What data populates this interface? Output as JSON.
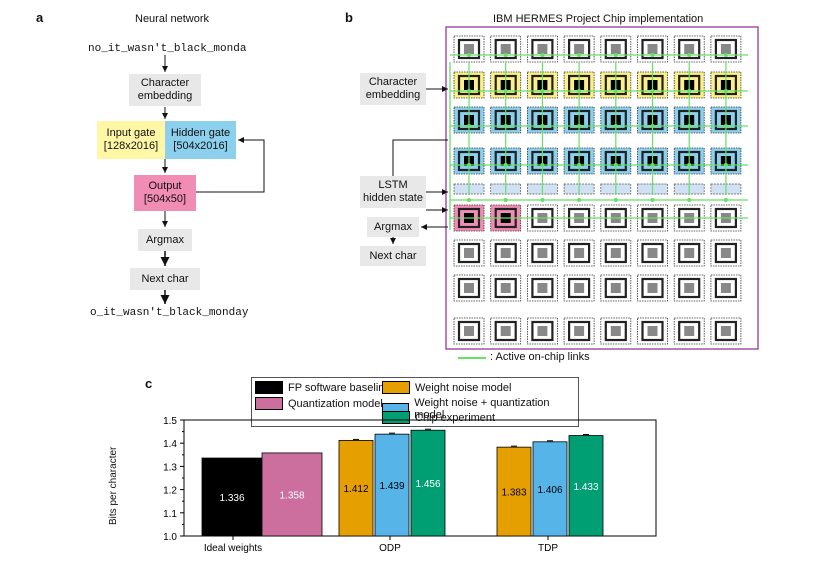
{
  "panel_a": {
    "letter": "a",
    "title": "Neural network",
    "input_text": "no_it_wasn't_black_monda",
    "char_embedding": "Character\nembedding",
    "input_gate": "Input gate\n[128x2016]",
    "hidden_gate": "Hidden gate\n[504x2016]",
    "output": "Output\n[504x50]",
    "argmax": "Argmax",
    "next_char": "Next char",
    "output_text": "o_it_wasn't_black_monday",
    "colors": {
      "gray": "#e8e8e8",
      "yellow": "#fff7a6",
      "blue": "#8cd0ee",
      "pink": "#f18db4"
    }
  },
  "panel_b": {
    "letter": "b",
    "title": "IBM HERMES Project Chip implementation",
    "char_embedding": "Character\nembedding",
    "lstm_state": "LSTM\nhidden state",
    "argmax": "Argmax",
    "next_char": "Next char",
    "legend": ": Active on-chip links",
    "border_color": "#8b2a8b",
    "link_color": "#66e066",
    "grid_rows": [
      [
        "yellow",
        "yellow",
        "yellow",
        "yellow",
        "yellow",
        "yellow",
        "yellow",
        "yellow"
      ],
      [
        "blue",
        "blue",
        "blue",
        "blue",
        "blue",
        "blue",
        "blue",
        "blue"
      ],
      [
        "blue",
        "blue",
        "blue",
        "blue",
        "blue",
        "blue",
        "blue",
        "blue"
      ],
      [
        "pink",
        "pink",
        "gray",
        "gray",
        "gray",
        "gray",
        "gray",
        "gray"
      ]
    ]
  },
  "panel_c": {
    "letter": "c",
    "legend_items": [
      {
        "label": "FP software baseline",
        "color": "#000000"
      },
      {
        "label": "Quantization model",
        "color": "#cc6f9e"
      },
      {
        "label": "Weight noise model",
        "color": "#e69f00"
      },
      {
        "label": "Weight noise + quantization model",
        "color": "#56b4e9"
      },
      {
        "label": "Chip experiment",
        "color": "#009e73"
      }
    ]
  },
  "chart_data": {
    "type": "bar",
    "ylabel": "Bits per character",
    "ylim": [
      1.0,
      1.5
    ],
    "yticks": [
      "1.0",
      "1.1",
      "1.2",
      "1.3",
      "1.4",
      "1.5"
    ],
    "groups": [
      {
        "label": "Ideal weights",
        "bars": [
          {
            "series": "FP software baseline",
            "value": 1.336,
            "color": "#000000",
            "text_color": "#ffffff"
          },
          {
            "series": "Quantization model",
            "value": 1.358,
            "color": "#cc6f9e",
            "text_color": "#ffffff"
          }
        ]
      },
      {
        "label": "ODP",
        "bars": [
          {
            "series": "Weight noise model",
            "value": 1.412,
            "color": "#e69f00",
            "text_color": "#000000"
          },
          {
            "series": "Weight noise + quantization model",
            "value": 1.439,
            "color": "#56b4e9",
            "text_color": "#000000"
          },
          {
            "series": "Chip experiment",
            "value": 1.456,
            "color": "#009e73",
            "text_color": "#ffffff"
          }
        ]
      },
      {
        "label": "TDP",
        "bars": [
          {
            "series": "Weight noise model",
            "value": 1.383,
            "color": "#e69f00",
            "text_color": "#000000"
          },
          {
            "series": "Weight noise + quantization model",
            "value": 1.406,
            "color": "#56b4e9",
            "text_color": "#000000"
          },
          {
            "series": "Chip experiment",
            "value": 1.433,
            "color": "#009e73",
            "text_color": "#ffffff"
          }
        ]
      }
    ]
  }
}
